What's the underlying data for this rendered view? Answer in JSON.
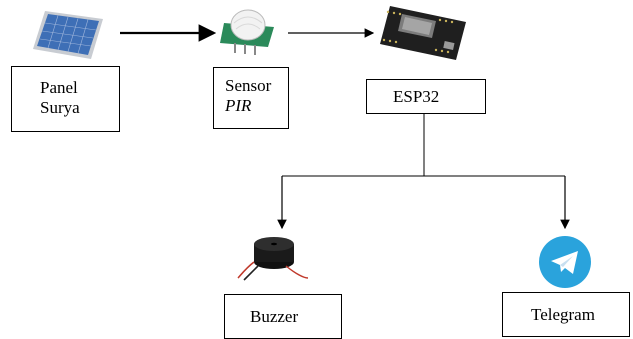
{
  "diagram": {
    "nodes": {
      "panel": {
        "line1": "Panel",
        "line2": "Surya"
      },
      "sensor": {
        "line1": "Sensor",
        "line2": "PIR"
      },
      "esp32": {
        "label": "ESP32"
      },
      "buzzer": {
        "label": "Buzzer"
      },
      "telegram": {
        "label": "Telegram"
      }
    },
    "edges": [
      {
        "from": "panel",
        "to": "sensor"
      },
      {
        "from": "sensor",
        "to": "esp32"
      },
      {
        "from": "esp32",
        "to": "buzzer"
      },
      {
        "from": "esp32",
        "to": "telegram"
      }
    ],
    "colors": {
      "line": "#000000",
      "telegram_blue": "#2aa3dc",
      "solar_blue": "#3e6fb6",
      "board_black": "#222222"
    }
  }
}
